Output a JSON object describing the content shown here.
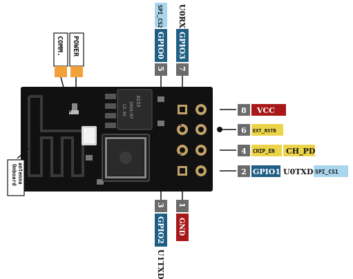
{
  "colors": {
    "board": "#111111",
    "pin_num_bg": "#6b6b6b",
    "gpio_bg": "#1f5f84",
    "spi_bg": "#a9d6ec",
    "power_bg": "#a81818",
    "ext_bg": "#ecd44a",
    "gnd_bg": "#a81818",
    "led_orange": "#f2a03a"
  },
  "diagram": {
    "onboard_antenna": [
      "Onboard",
      "antenna"
    ],
    "leds": {
      "comm": "COMM.",
      "power": "POWER"
    },
    "chip": {
      "line1": "AI33",
      "line2": "2016/07",
      "line3": "L5.8S"
    },
    "pins_top": {
      "pin5": {
        "num": "5",
        "gpio": "GPIO0",
        "alt": "SPI_CS2"
      },
      "pin7": {
        "num": "7",
        "gpio": "GPIO3",
        "alt": "U0RXD"
      }
    },
    "pins_bottom": {
      "pin3": {
        "num": "3",
        "gpio": "GPIO2",
        "alt": "U1TXD"
      },
      "pin1": {
        "num": "1",
        "label": "GND"
      }
    },
    "pins_right": {
      "pin8": {
        "num": "8",
        "label": "VCC"
      },
      "pin6": {
        "num": "6",
        "label": "EXT_RSTB"
      },
      "pin4": {
        "num": "4",
        "label1": "CHIP_EN",
        "label2": "CH_PD"
      },
      "pin2": {
        "num": "2",
        "gpio": "GPIO1",
        "mid": "U0TXD",
        "alt": "SPI_CS1"
      }
    }
  }
}
